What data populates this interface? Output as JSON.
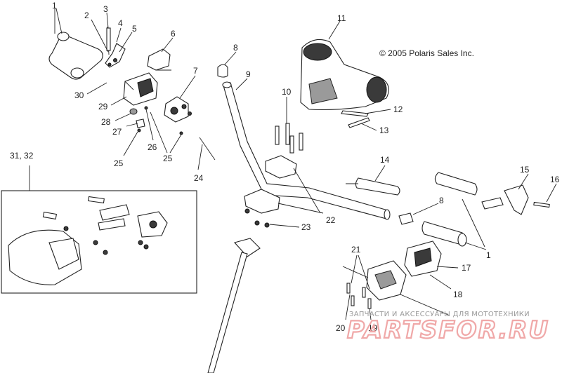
{
  "copyright": "© 2005 Polaris Sales Inc.",
  "callouts": {
    "c1_top": "1",
    "c2": "2",
    "c3": "3",
    "c4": "4",
    "c5": "5",
    "c6": "6",
    "c7": "7",
    "c8_top": "8",
    "c9": "9",
    "c10": "10",
    "c11": "11",
    "c12": "12",
    "c13": "13",
    "c14": "14",
    "c15": "15",
    "c16": "16",
    "c17": "17",
    "c18": "18",
    "c19": "19",
    "c20": "20",
    "c21": "21",
    "c22": "22",
    "c23": "23",
    "c24": "24",
    "c25a": "25",
    "c25b": "25",
    "c26": "26",
    "c27": "27",
    "c28": "28",
    "c29": "29",
    "c30": "30",
    "c3132": "31, 32",
    "c8_right": "8",
    "c1_right": "1"
  },
  "watermark": {
    "tagline": "ЗАПЧАСТИ И АКСЕССУАРЫ ДЛЯ МОТОТЕХНИКИ",
    "brand": "PARTSFOR.RU"
  }
}
